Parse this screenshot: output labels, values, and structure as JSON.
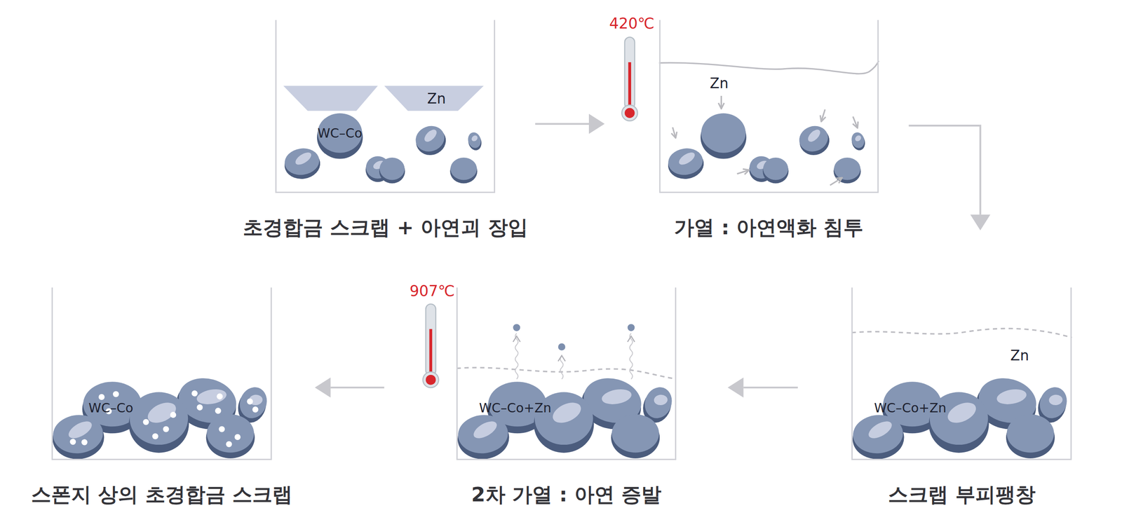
{
  "diagram": {
    "nodes": [
      {
        "text": [
          "초경합금 스크랩 + 아연괴 장입"
        ]
      },
      {
        "text": [
          "가열 : 아연액화 침투"
        ]
      },
      {
        "text": [
          "스크랩 부피팽창"
        ]
      },
      {
        "text": [
          "2차 가열 : 아연 증발"
        ]
      },
      {
        "text": [
          "스폰지 상의 초경합금 스크랩"
        ]
      }
    ],
    "edges": [
      {
        "from": 0,
        "to": 1,
        "arrow": "to"
      },
      {
        "from": 1,
        "to": 2,
        "arrow": "to"
      },
      {
        "from": 2,
        "to": 3,
        "arrow": "to"
      },
      {
        "from": 3,
        "to": 4,
        "arrow": "to"
      }
    ],
    "labels": [
      "WC–Co",
      "Zn",
      "420℃",
      "Zn",
      "WC–Co+Zn",
      "Zn",
      "907℃",
      "WC–Co+Zn",
      "WC–Co"
    ]
  }
}
